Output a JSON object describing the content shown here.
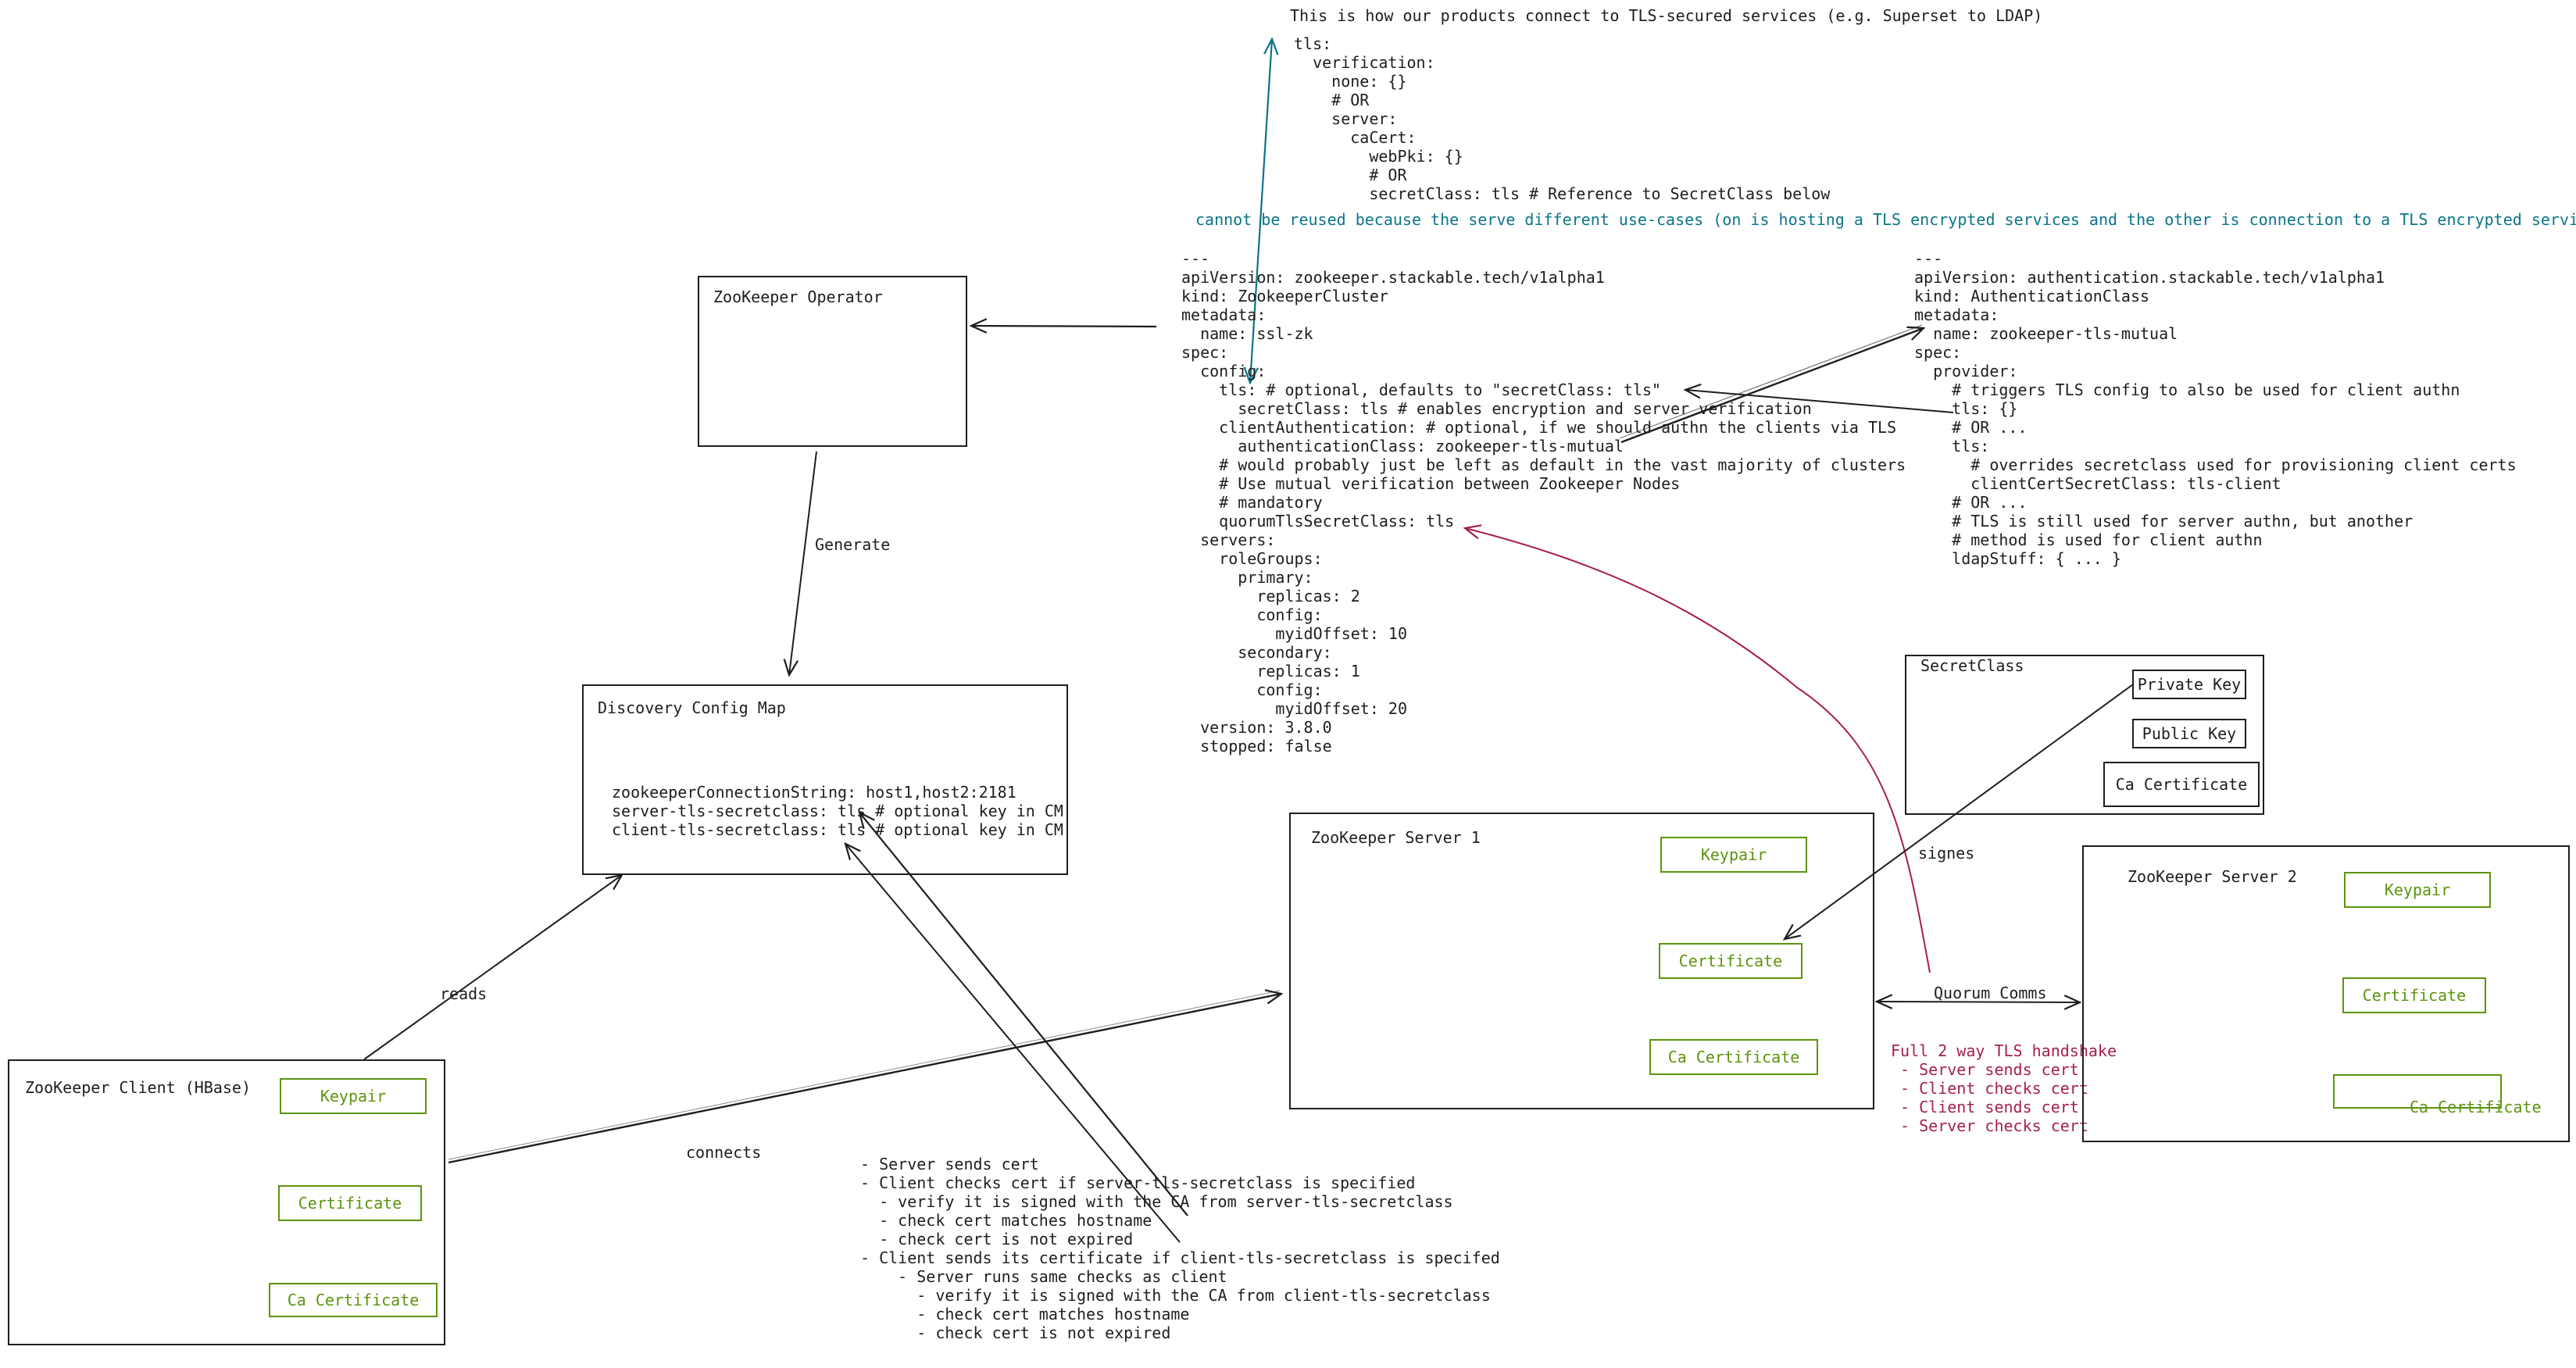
{
  "header": {
    "intro": "This is how our products connect to TLS-secured services (e.g. Superset to LDAP)",
    "tls_snippet": "tls:\n  verification:\n    none: {}\n    # OR\n    server:\n      caCert:\n        webPki: {}\n        # OR\n        secretClass: tls # Reference to SecretClass below",
    "reuse_note": "cannot be reused because the serve different use-cases (on is hosting a TLS encrypted services and the other is connection to a TLS encrypted service)"
  },
  "zookeeper_cluster_yaml": "---\napiVersion: zookeeper.stackable.tech/v1alpha1\nkind: ZookeeperCluster\nmetadata:\n  name: ssl-zk\nspec:\n  config:\n    tls: # optional, defaults to \"secretClass: tls\"\n      secretClass: tls # enables encryption and server verification\n    clientAuthentication: # optional, if we should authn the clients via TLS\n      authenticationClass: zookeeper-tls-mutual\n    # would probably just be left as default in the vast majority of clusters\n    # Use mutual verification between Zookeeper Nodes\n    # mandatory\n    quorumTlsSecretClass: tls\n  servers:\n    roleGroups:\n      primary:\n        replicas: 2\n        config:\n          myidOffset: 10\n      secondary:\n        replicas: 1\n        config:\n          myidOffset: 20\n  version: 3.8.0\n  stopped: false",
  "authentication_class_yaml": "---\napiVersion: authentication.stackable.tech/v1alpha1\nkind: AuthenticationClass\nmetadata:\n  name: zookeeper-tls-mutual\nspec:\n  provider:\n    # triggers TLS config to also be used for client authn\n    tls: {}\n    # OR ...\n    tls:\n      # overrides secretclass used for provisioning client certs\n      clientCertSecretClass: tls-client\n    # OR ...\n    # TLS is still used for server authn, but another\n    # method is used for client authn\n    ldapStuff: { ... }",
  "operator": {
    "title": "ZooKeeper Operator"
  },
  "generate_label": "Generate",
  "discovery": {
    "title": "Discovery Config Map",
    "body": "zookeeperConnectionString: host1,host2:2181\nserver-tls-secretclass: tls # optional key in CM\nclient-tls-secretclass: tls # optional key in CM"
  },
  "reads_label": "reads",
  "connects_label": "connects",
  "client": {
    "title": "ZooKeeper Client (HBase)",
    "keypair": "Keypair",
    "certificate": "Certificate",
    "ca_certificate": "Ca Certificate"
  },
  "server1": {
    "title": "ZooKeeper Server 1",
    "keypair": "Keypair",
    "certificate": "Certificate",
    "ca_certificate": "Ca Certificate"
  },
  "server2": {
    "title": "ZooKeeper Server 2",
    "keypair": "Keypair",
    "certificate": "Certificate",
    "ca_certificate": "Ca Certificate"
  },
  "secretclass": {
    "title": "SecretClass",
    "private_key": "Private Key",
    "public_key": "Public Key",
    "ca_certificate": "Ca Certificate"
  },
  "signes_label": "signes",
  "quorum_label": "Quorum Comms",
  "handshake": "Full 2 way TLS handshake\n - Server sends cert\n - Client checks cert\n - Client sends cert\n - Server checks cert",
  "client_steps": "- Server sends cert\n- Client checks cert if server-tls-secretclass is specified\n  - verify it is signed with the CA from server-tls-secretclass\n  - check cert matches hostname\n  - check cert is not expired\n- Client sends its certificate if client-tls-secretclass is specifed\n    - Server runs same checks as client\n      - verify it is signed with the CA from client-tls-secretclass\n      - check cert matches hostname\n      - check cert is not expired",
  "colors": {
    "ink": "#1e1e1e",
    "green": "#5c940d",
    "teal": "#0c7489",
    "crimson": "#a61e4d"
  }
}
